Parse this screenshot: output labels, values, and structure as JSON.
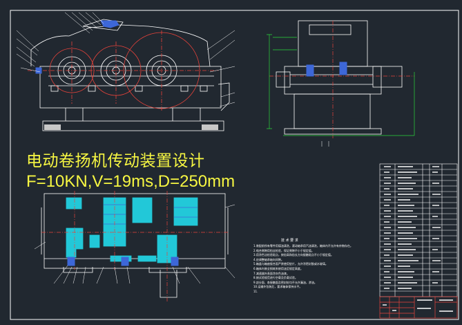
{
  "drawing": {
    "title": "电动卷扬机传动装置设计",
    "parameters": "F=10KN,V=19ms,D=250mm",
    "tech_requirements": {
      "heading": "技 术 要 求",
      "lines": [
        "1.装配前所有零件用煤油清洗，滚动轴承用汽油清洗，箱体内不允许有杂物存在。",
        "2.啮合侧隙用铅丝检验，保证侧隙不小于规定值。",
        "3.用涂色法检验斑点，按齿高和齿长方向接触斑点不小于规定值。",
        "4.应调整轴承轴向间隙。",
        "5.箱盖与箱座接合面严禁使用垫片，允许涂密封胶或水玻璃。",
        "6.箱体内装全损耗系统用油至规定高度。",
        "7.减速器外表面涂灰色油漆。",
        "8.按试验规范进行空载及负载试验。",
        "9.剖分面、各接触面及密封处均不允许漏油，渗油。",
        "10.运输外包装后，要求箱体保持水平。",
        "11."
      ]
    }
  }
}
